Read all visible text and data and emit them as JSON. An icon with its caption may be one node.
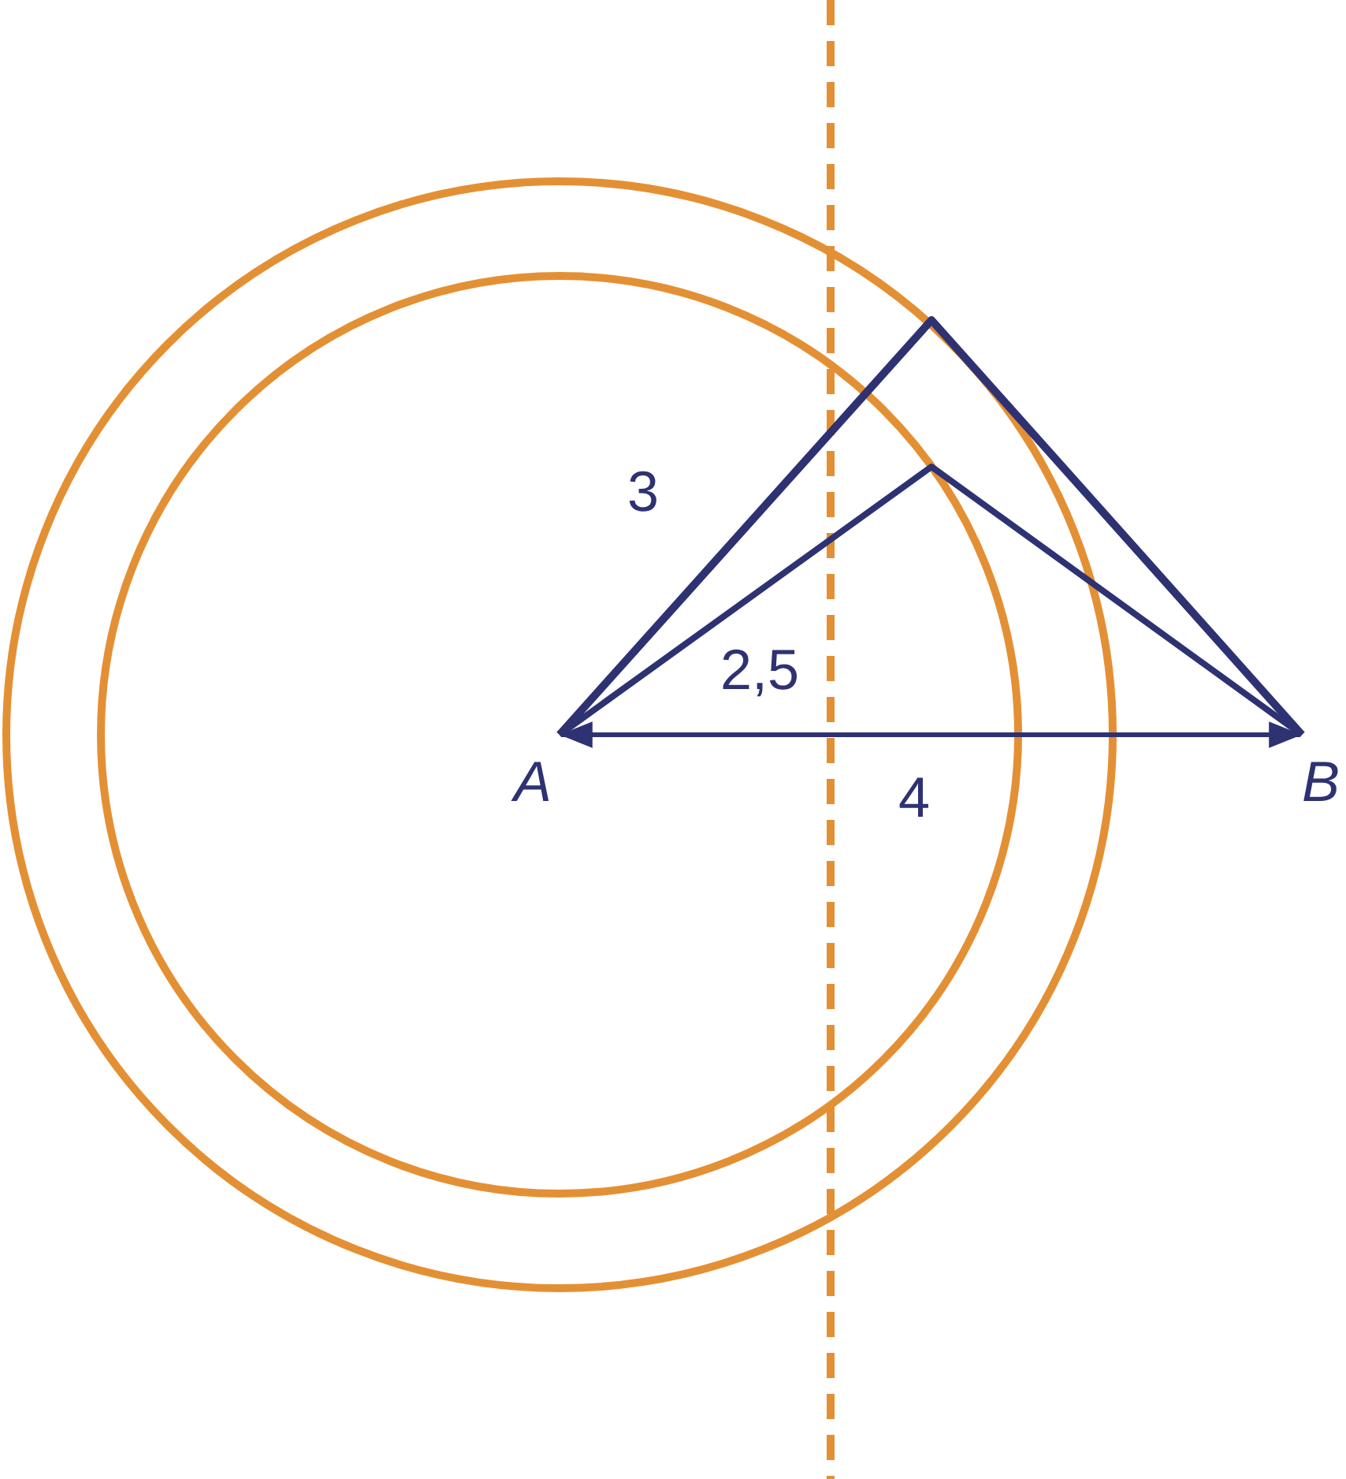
{
  "diagram": {
    "labels": [
      "3",
      "2,5",
      "A",
      "4",
      "B"
    ]
  }
}
